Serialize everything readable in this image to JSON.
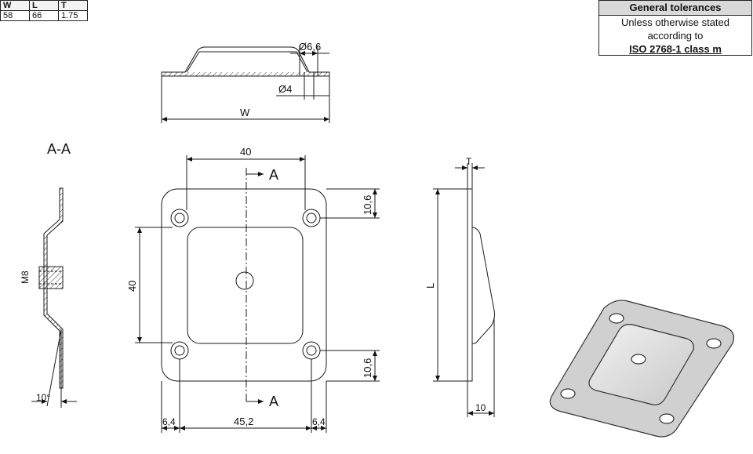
{
  "dimension_table": {
    "headers": [
      "W",
      "L",
      "T"
    ],
    "values": [
      "58",
      "66",
      "1.75"
    ]
  },
  "tolerance_box": {
    "title": "General tolerances",
    "line1": "Unless otherwise stated",
    "line2": "according to",
    "standard": "ISO 2768-1 class m"
  },
  "side_view": {
    "outer_hole_diameter": "Ø6,6",
    "inner_hole_diameter": "Ø4",
    "width_label": "W"
  },
  "section_view": {
    "title": "A-A",
    "thread_label": "M8",
    "angle_label": "10°"
  },
  "front_view": {
    "hole_spacing_horizontal": "40",
    "hole_spacing_vertical": "40",
    "edge_offset_top": "10,6",
    "edge_offset_bottom": "10,6",
    "left_offset": "6,4",
    "right_offset": "6,4",
    "base_span": "45,2",
    "section_marker_top": "A",
    "section_marker_bottom": "A"
  },
  "profile_view": {
    "thickness_label": "T",
    "length_label": "L",
    "height_label": "10"
  },
  "colors": {
    "line": "#1a1a1a",
    "hatch": "#333333",
    "iso_face": "#d0d0d0",
    "iso_well": "#e8e8e8"
  }
}
